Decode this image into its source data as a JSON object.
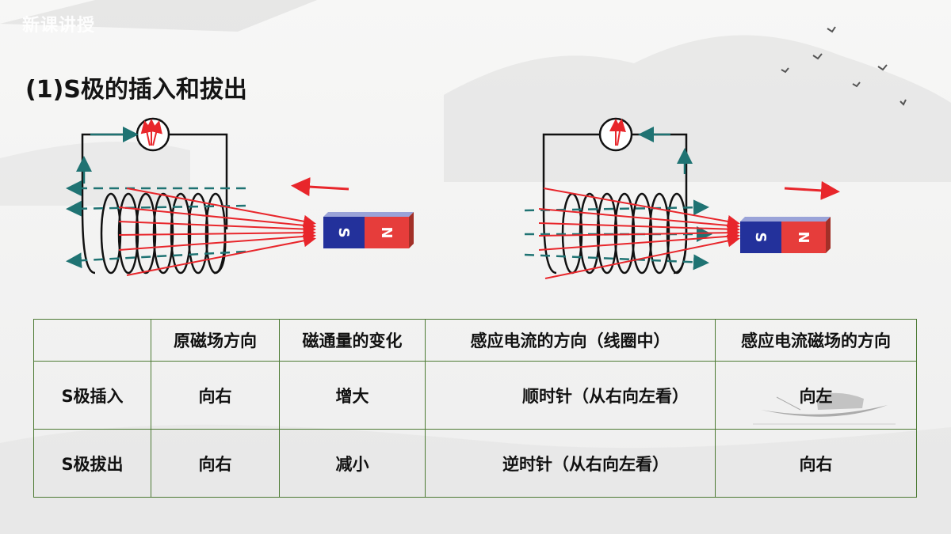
{
  "slide": {
    "watermark": "新课讲授",
    "title": "(1)S极的插入和拔出"
  },
  "diagrams": {
    "left": {
      "magnet_s_label": "S",
      "magnet_n_label": "N"
    },
    "right": {
      "magnet_s_label": "S",
      "magnet_n_label": "N"
    }
  },
  "table": {
    "headers": [
      "",
      "原磁场方向",
      "磁通量的变化",
      "感应电流的方向（线圈中）",
      "感应电流磁场的方向"
    ],
    "rows": [
      {
        "label": "S极插入",
        "field_dir": "向右",
        "flux_change": "增大",
        "current_dir": "顺时针（从右向左看）",
        "induced_field_dir": "向左"
      },
      {
        "label": "S极拔出",
        "field_dir": "向右",
        "flux_change": "减小",
        "current_dir": "逆时针（从右向左看）",
        "induced_field_dir": "向右"
      }
    ]
  },
  "colors": {
    "red_arrow": "#e8262b",
    "teal_arrow": "#1f7373",
    "table_border": "#4c7a33"
  }
}
